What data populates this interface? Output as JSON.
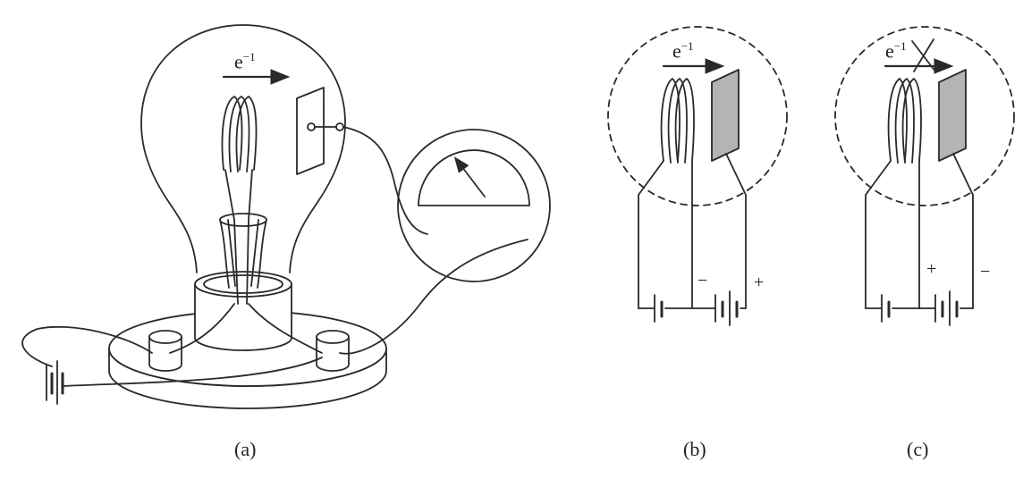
{
  "panels": {
    "a": {
      "caption": "(a)",
      "electron_label": "e",
      "electron_exp": "−1"
    },
    "b": {
      "caption": "(b)",
      "electron_label": "e",
      "electron_exp": "−1",
      "sign_left": "−",
      "sign_right": "+"
    },
    "c": {
      "caption": "(c)",
      "electron_label": "e",
      "electron_exp": "−1",
      "sign_left": "+",
      "sign_right": "−"
    }
  },
  "colors": {
    "stroke": "#2a2a2a",
    "plate_fill": "#b4b4b4",
    "background": "#ffffff"
  },
  "icons": [
    "bulb-envelope",
    "filament-coil",
    "anode-plate",
    "galvanometer",
    "battery",
    "blocked-x"
  ]
}
